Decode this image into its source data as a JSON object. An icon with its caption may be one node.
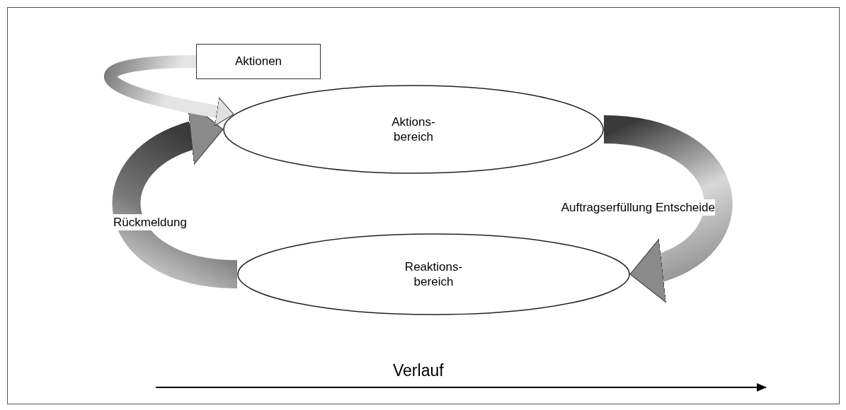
{
  "diagram": {
    "nodes": [
      {
        "text": [
          "Aktionen"
        ]
      },
      {
        "text": [
          "Aktions- bereich"
        ]
      },
      {
        "text": [
          "Reaktions- bereich"
        ]
      }
    ],
    "edges": [
      {
        "from": 1,
        "to": 2,
        "arrow": "to",
        "label": "Auftragserfüllung Entscheide",
        "style": "thick"
      },
      {
        "from": 2,
        "to": 1,
        "arrow": "to",
        "label": "Rückmeldung",
        "style": "thick"
      },
      {
        "from": 0,
        "to": 1,
        "arrow": "to",
        "style": "thick"
      }
    ],
    "labels": [
      "Verlauf"
    ]
  }
}
